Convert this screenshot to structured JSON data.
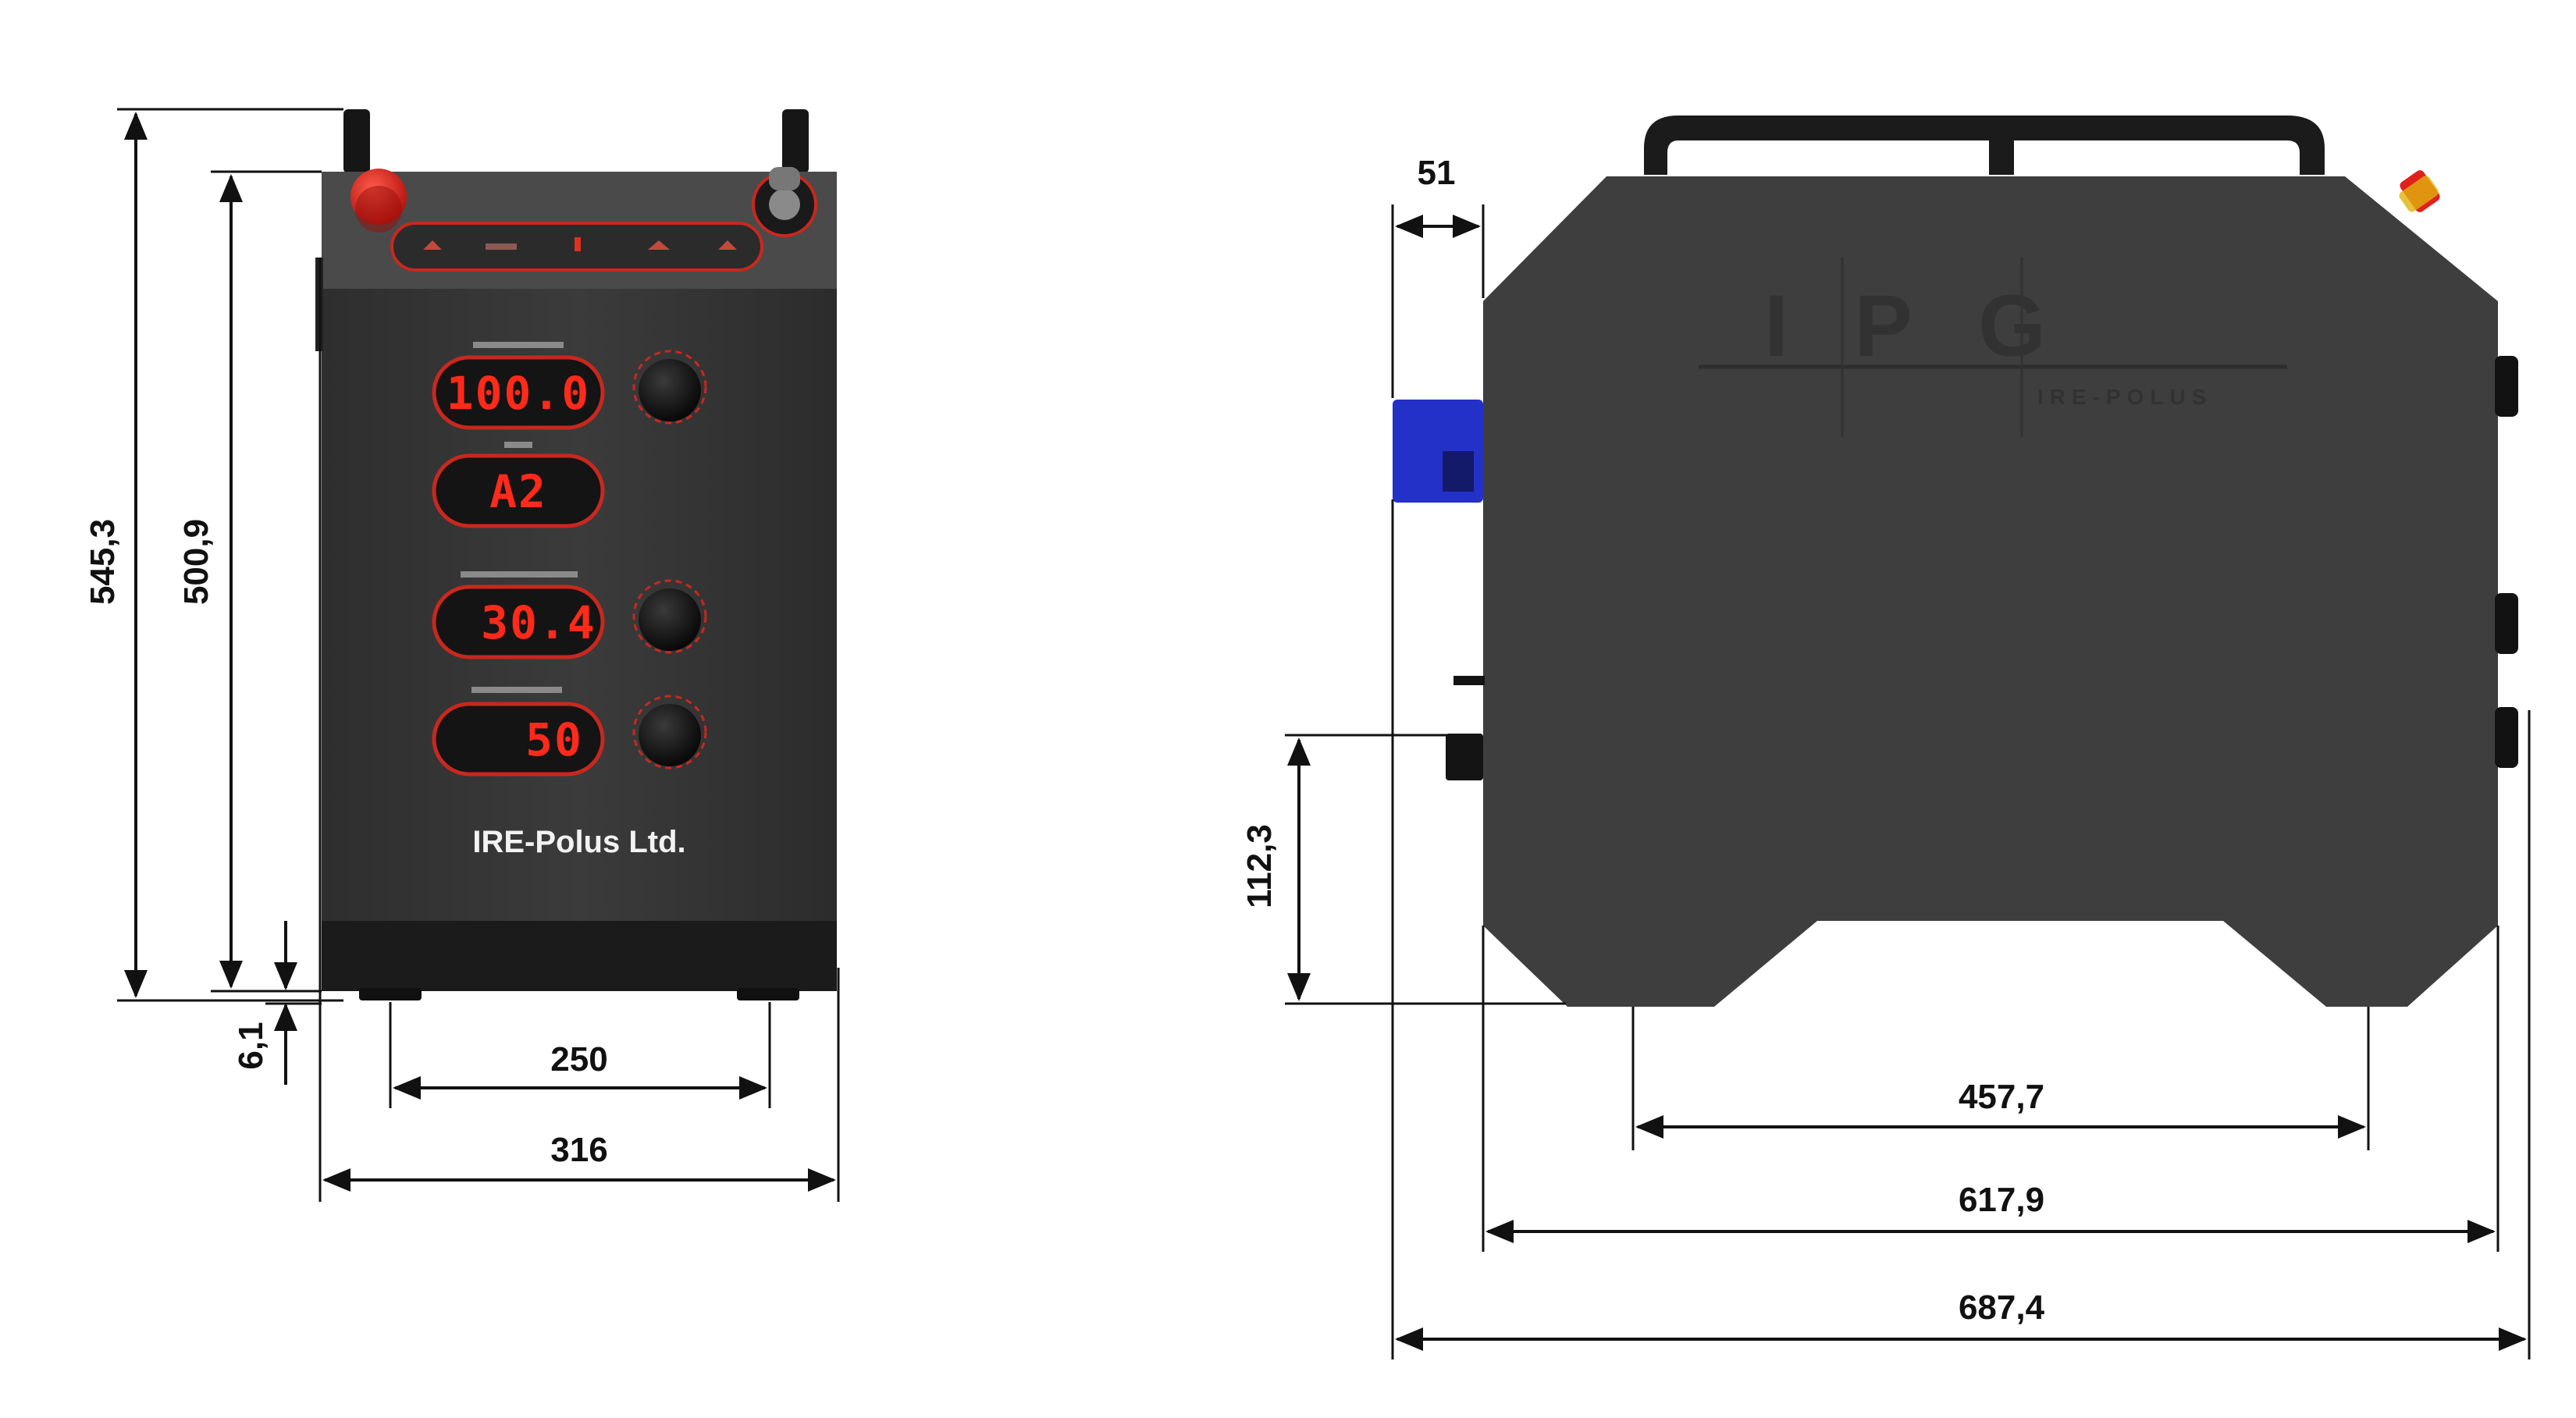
{
  "drawing": {
    "front_view": {
      "brand_text": "IRE-Polus Ltd.",
      "display_readouts": [
        "100.0",
        "A2",
        "30.4",
        "50"
      ],
      "dimensions": {
        "total_height": "545,3",
        "body_height": "500,9",
        "foot_height": "6,1",
        "feet_spacing": "250",
        "total_width": "316"
      }
    },
    "side_view": {
      "logo_text": "IPG",
      "logo_subtext": "IRE-POLUS",
      "dimensions": {
        "connector_depth": "51",
        "port_height": "112,3",
        "feet_spacing": "457,7",
        "body_length": "617,9",
        "total_length": "687,4"
      }
    },
    "colors": {
      "line": "#111111",
      "body_dark": "#3a3a3a",
      "body_side": "#3d3d3d",
      "display_text": "#ff2a1a",
      "display_ring": "#c8281e",
      "connector": "#2431c8",
      "emergency_button": "#e0201c"
    }
  }
}
